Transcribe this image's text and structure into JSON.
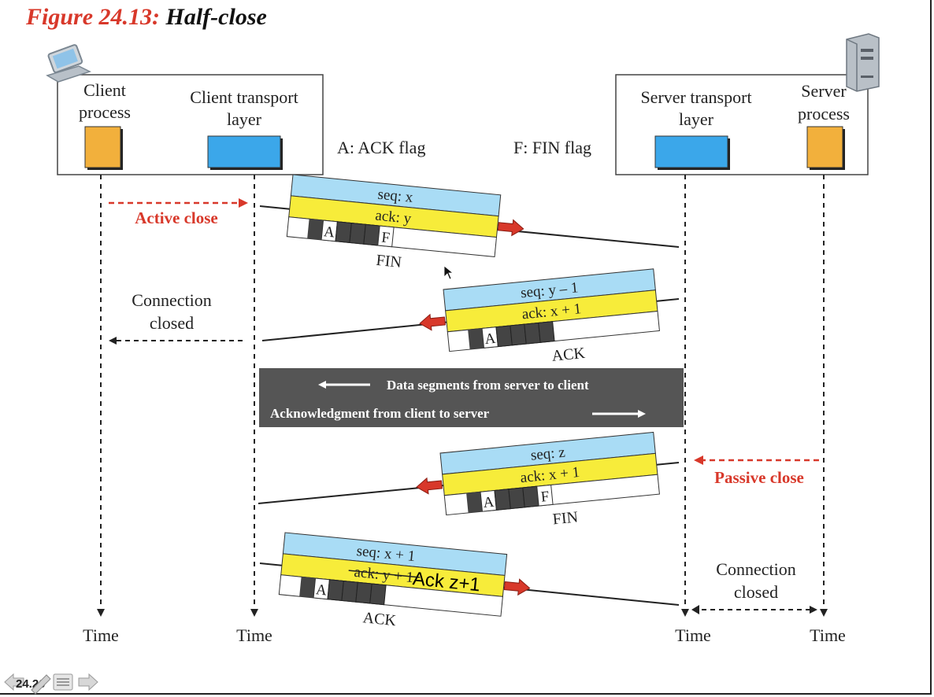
{
  "title": {
    "prefix": "Figure 24.13:",
    "name": "Half-close"
  },
  "client_box": {
    "process_label": [
      "Client",
      "process"
    ],
    "transport_label": [
      "Client transport",
      "layer"
    ]
  },
  "server_box": {
    "transport_label": [
      "Server transport",
      "layer"
    ],
    "process_label": [
      "Server",
      "process"
    ]
  },
  "legend": {
    "ack_flag": "A: ACK flag",
    "fin_flag": "F: FIN flag"
  },
  "segments": [
    {
      "seq": "seq: x",
      "ack": "ack: y",
      "flag1": "A",
      "flag2": "F",
      "caption": "FIN"
    },
    {
      "seq": "seq: y – 1",
      "ack": "ack: x + 1",
      "flag1": "A",
      "flag2": "",
      "caption": "ACK"
    },
    {
      "seq": "seq: z",
      "ack": "ack: x + 1",
      "flag1": "A",
      "flag2": "F",
      "caption": "FIN"
    },
    {
      "seq": "seq: x + 1",
      "ack": "ack: y + 1",
      "flag1": "A",
      "flag2": "",
      "caption": "ACK"
    }
  ],
  "annotations": {
    "active_close": "Active close",
    "passive_close": "Passive close",
    "client_closed": [
      "Connection",
      "closed"
    ],
    "server_closed": [
      "Connection",
      "closed"
    ],
    "overlay_text": "Ack z+1"
  },
  "banner": {
    "line1": "Data segments from server to client",
    "line2": "Acknowledgment from client to server"
  },
  "time_labels": [
    "Time",
    "Time",
    "Time",
    "Time"
  ],
  "slide_number": "24.20",
  "colors": {
    "title_red": "#d8382a",
    "seq_blue": "#a9dcf5",
    "ack_yellow": "#f7ec3a",
    "process_orange": "#f2b03c",
    "transport_blue": "#3ba7ea",
    "banner_gray": "#555555",
    "red_arrow": "#d8382a"
  }
}
